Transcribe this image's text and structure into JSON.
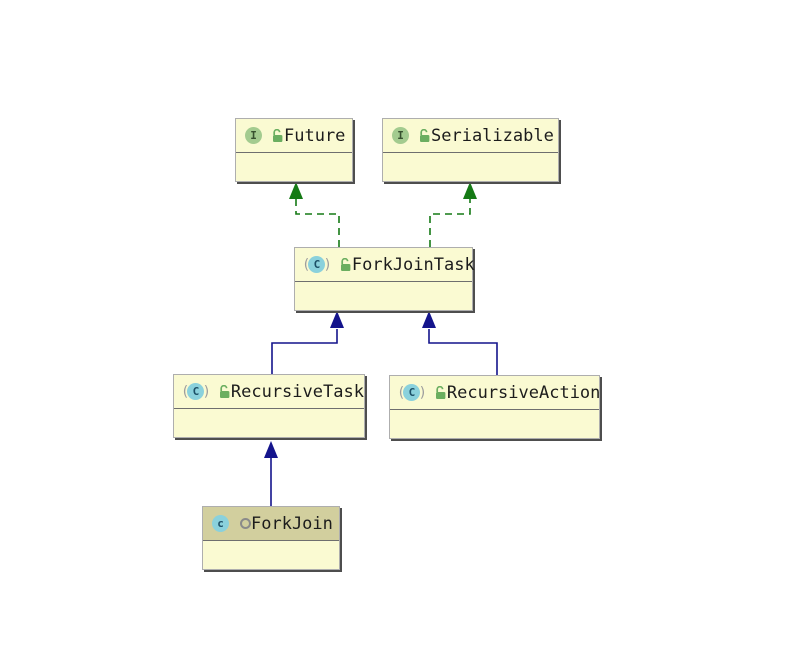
{
  "diagram": {
    "tool": "uml-class-diagram",
    "nodes": [
      {
        "name": "Future",
        "kind": "interface",
        "icon_letter": "I",
        "visibility": "public"
      },
      {
        "name": "Serializable",
        "kind": "interface",
        "icon_letter": "I",
        "visibility": "public"
      },
      {
        "name": "ForkJoinTask",
        "kind": "abstract-class",
        "icon_letter": "C",
        "visibility": "public"
      },
      {
        "name": "RecursiveTask",
        "kind": "abstract-class",
        "icon_letter": "C",
        "visibility": "public"
      },
      {
        "name": "RecursiveAction",
        "kind": "abstract-class",
        "icon_letter": "C",
        "visibility": "public"
      },
      {
        "name": "ForkJoin",
        "kind": "class",
        "icon_letter": "c",
        "visibility": "package-local",
        "selected": true
      }
    ],
    "edges": [
      {
        "from": "ForkJoinTask",
        "to": "Future",
        "type": "realization"
      },
      {
        "from": "ForkJoinTask",
        "to": "Serializable",
        "type": "realization"
      },
      {
        "from": "RecursiveTask",
        "to": "ForkJoinTask",
        "type": "generalization"
      },
      {
        "from": "RecursiveAction",
        "to": "ForkJoinTask",
        "type": "generalization"
      },
      {
        "from": "ForkJoin",
        "to": "RecursiveTask",
        "type": "generalization"
      }
    ],
    "paren_open": "(",
    "paren_close": ")",
    "colors": {
      "node_fill": "#fafad2",
      "selected_header_fill": "#d2cf9e",
      "node_border": "#aeaeae",
      "node_shadow": "#4e4e4e",
      "realization": "#157a15",
      "generalization": "#14148c",
      "interface_icon": "#a3cb8f",
      "class_icon": "#8ad1dc",
      "lock_icon": "#6bae60",
      "background": "#ffffff"
    }
  }
}
